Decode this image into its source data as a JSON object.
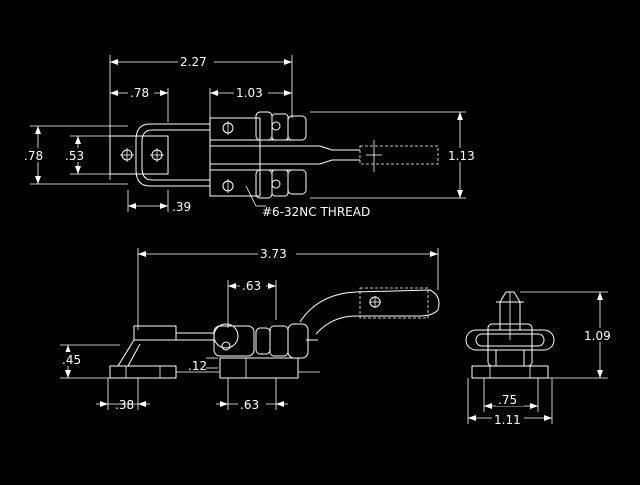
{
  "background": "#000000",
  "line_color": "#ffffff",
  "labels": {
    "top_overall": "2.27",
    "top_left_seg": ".78",
    "top_mid_seg": "1.03",
    "left_height": ".78",
    "left_inner": ".53",
    "right_height": "1.13",
    "bottom_small": ".39",
    "thread_note": "#6-32NC THREAD",
    "side_overall": "3.73",
    "side_upper": ".63",
    "side_height": ".45",
    "side_small": ".12",
    "side_base_left": ".38",
    "side_base_mid": ".63",
    "end_height": "1.09",
    "end_inner": ".75",
    "end_outer": "1.11"
  }
}
